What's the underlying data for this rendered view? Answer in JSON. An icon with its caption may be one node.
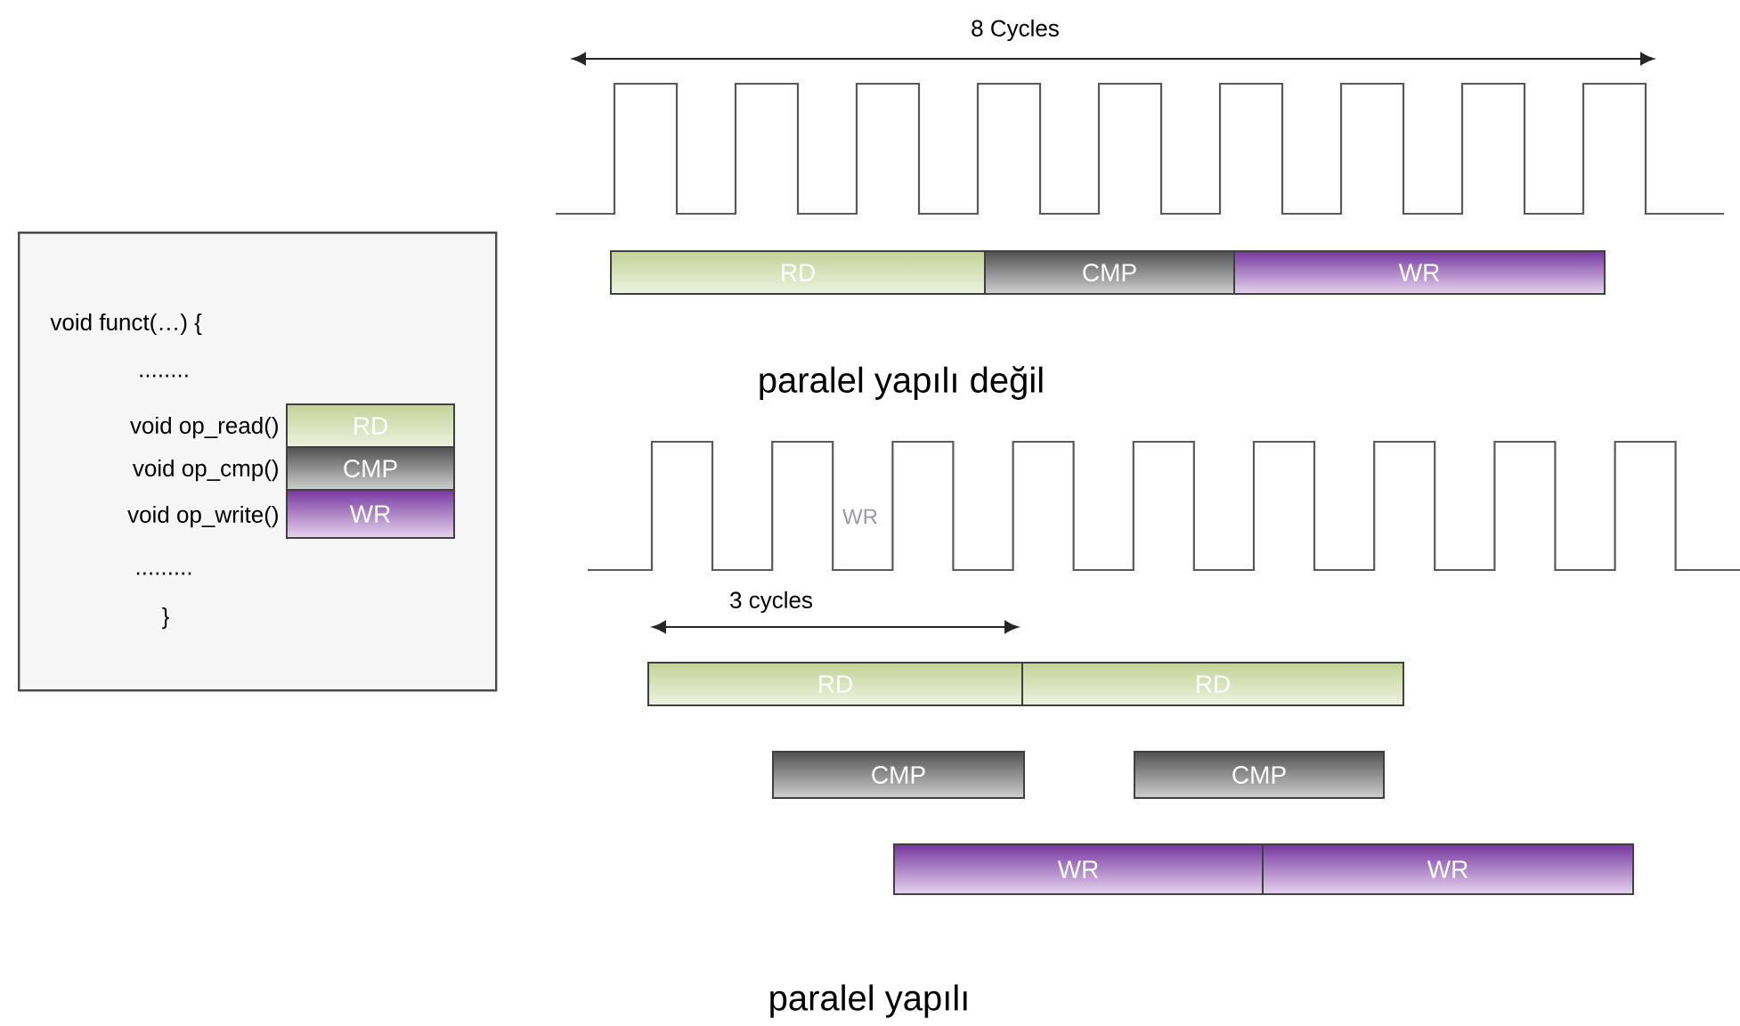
{
  "diagram": {
    "nodes": [
      {
        "text": [
          "void funct(…) {",
          "........",
          "void op_read()",
          "void op_cmp()",
          "void op_write()",
          ".........",
          "}"
        ]
      },
      {
        "text": [
          "RD"
        ],
        "in": 0
      },
      {
        "text": [
          "CMP"
        ],
        "in": 0
      },
      {
        "text": [
          "WR"
        ],
        "in": 0
      },
      {
        "text": [
          "RD"
        ]
      },
      {
        "text": [
          "CMP"
        ]
      },
      {
        "text": [
          "WR"
        ]
      },
      {
        "text": [
          "RD"
        ]
      },
      {
        "text": [
          "RD"
        ]
      },
      {
        "text": [
          "CMP"
        ]
      },
      {
        "text": [
          "CMP"
        ]
      },
      {
        "text": [
          "WR"
        ]
      },
      {
        "text": [
          "WR"
        ]
      }
    ],
    "edges": [],
    "labels": [
      "8 Cycles",
      "paralel yapılı değil",
      "WR",
      "3 cycles",
      "paralel yapılı"
    ]
  }
}
